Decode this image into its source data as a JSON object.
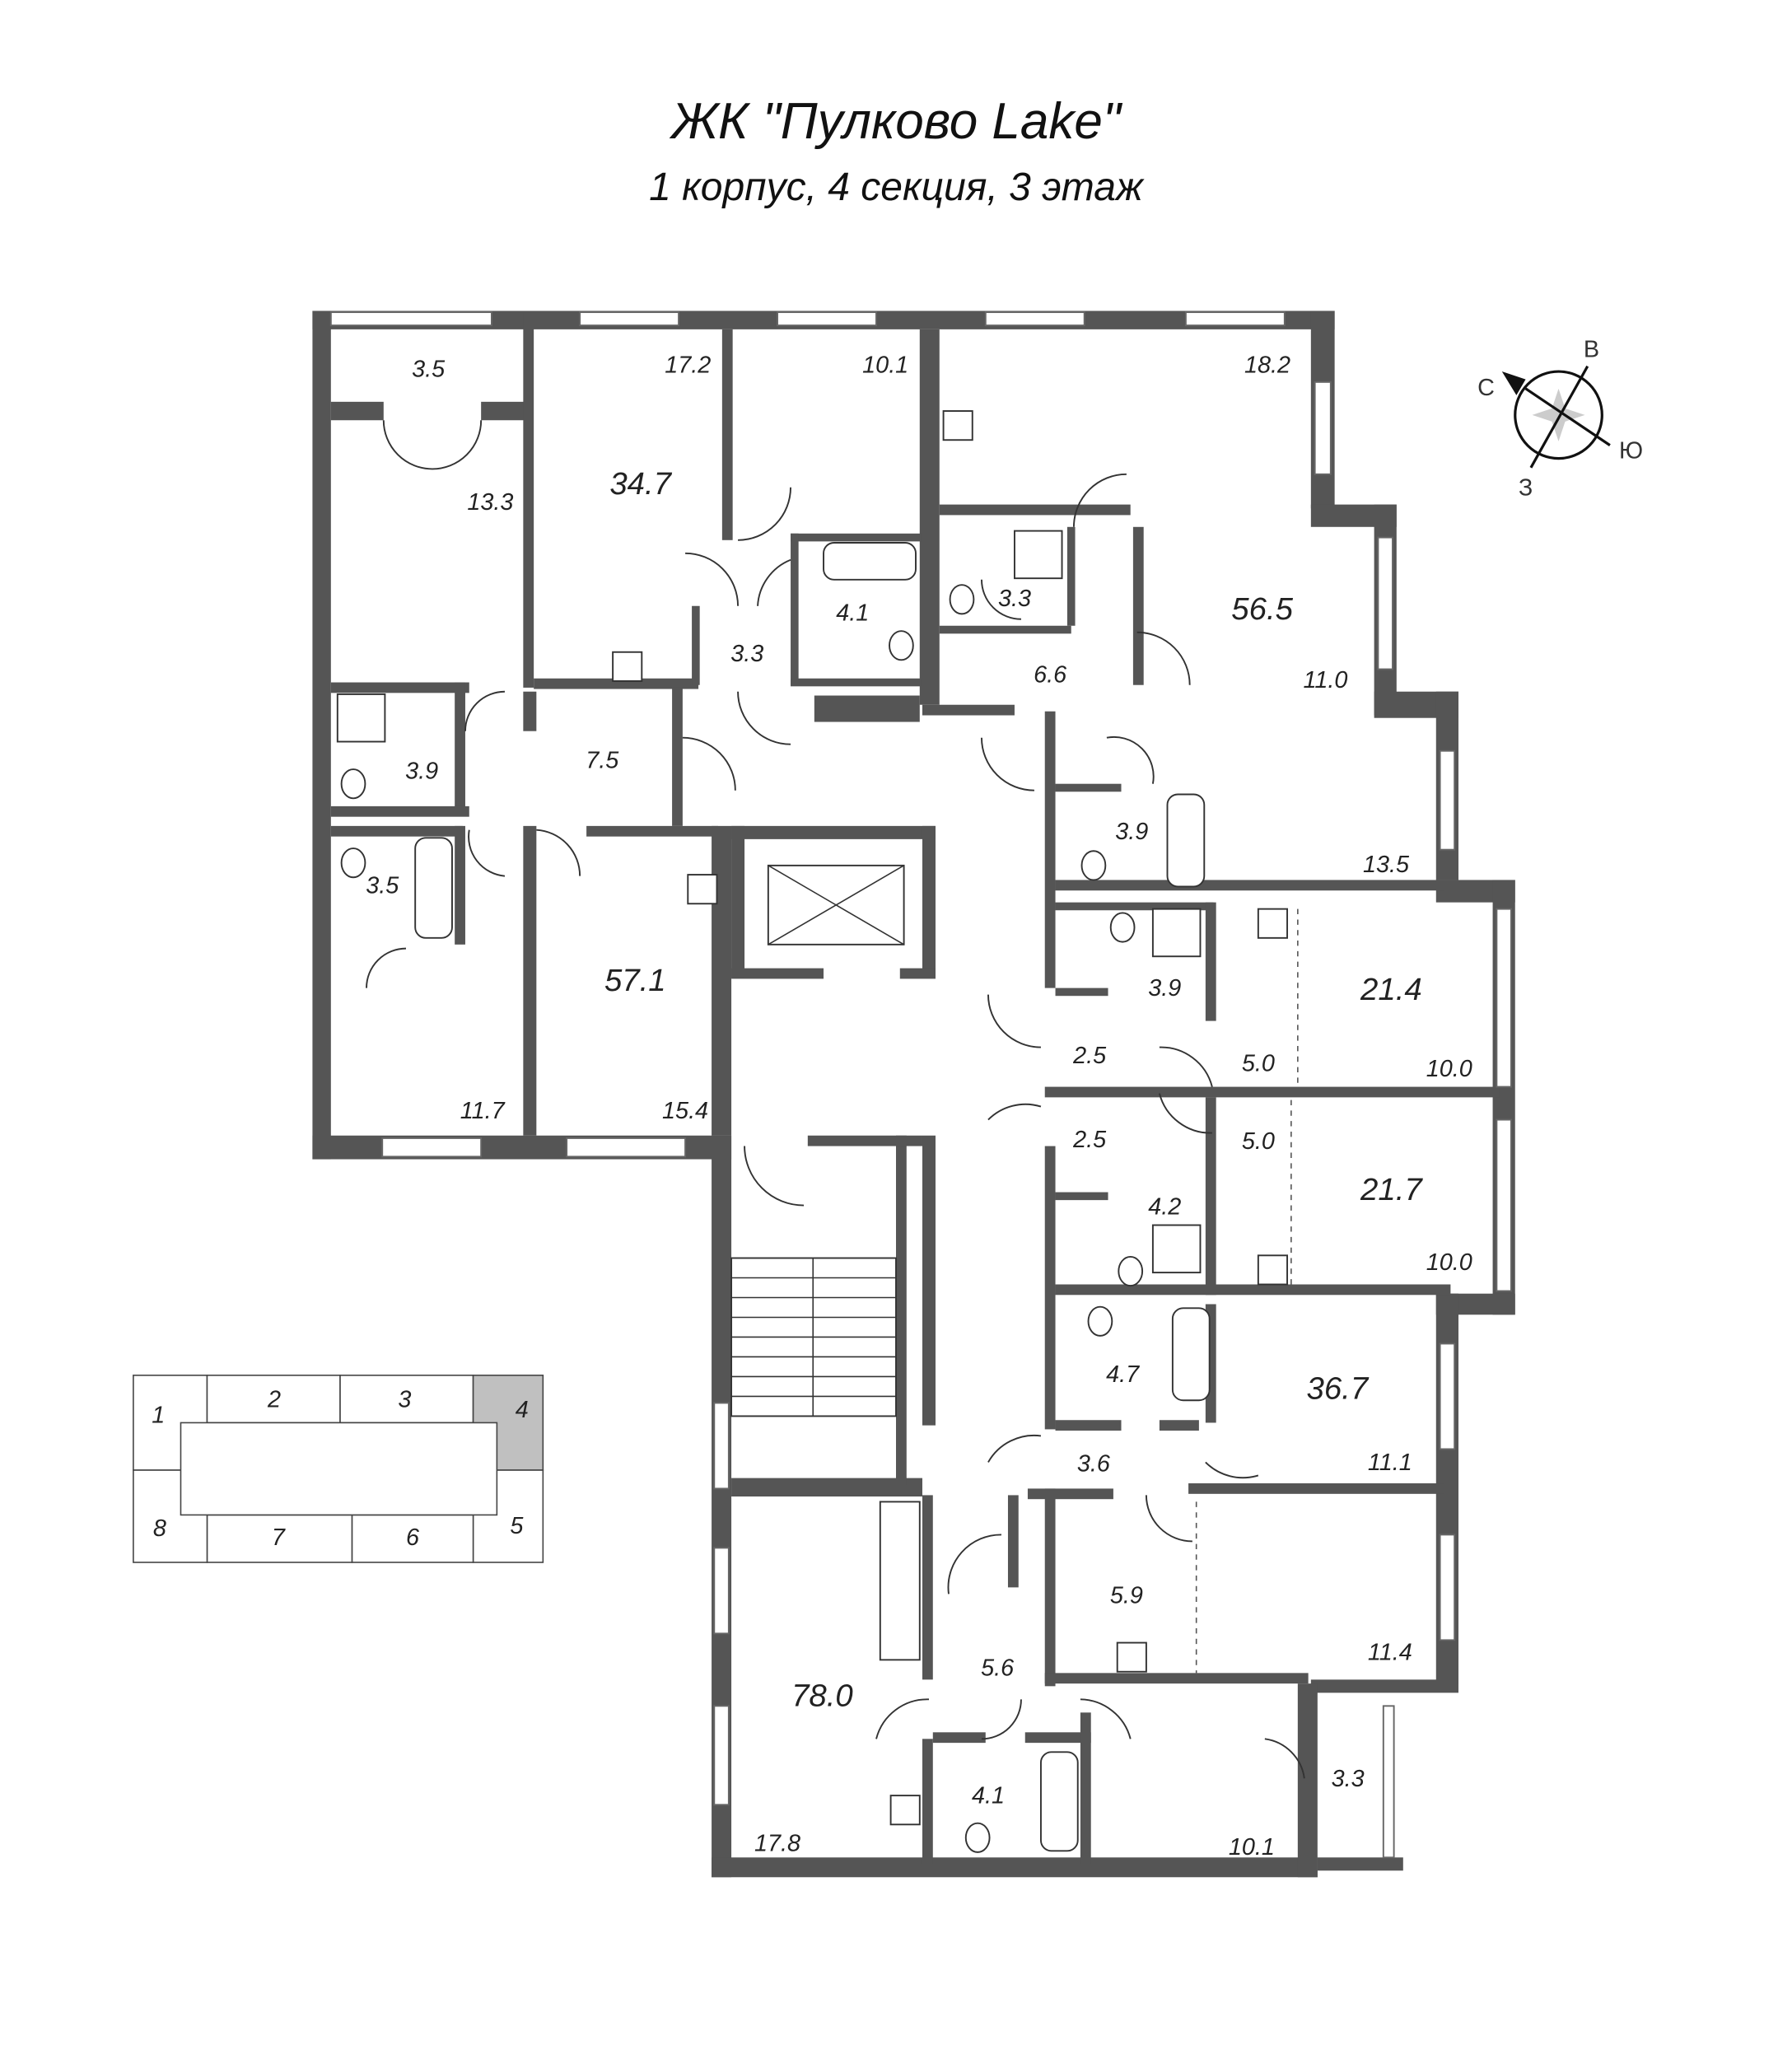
{
  "header": {
    "title": "ЖК \"Пулково Lake\"",
    "subtitle": "1 корпус, 4 секция, 3 этаж"
  },
  "compass": {
    "north": "С",
    "east": "В",
    "south": "Ю",
    "west": "З"
  },
  "apartments": {
    "a1": "34.7",
    "a2": "56.5",
    "a3": "57.1",
    "a4": "21.4",
    "a5": "21.7",
    "a6": "36.7",
    "a7": "78.0"
  },
  "rooms": {
    "r_3_5_top": "3.5",
    "r_17_2": "17.2",
    "r_10_1_top": "10.1",
    "r_18_2": "18.2",
    "r_13_3": "13.3",
    "r_4_1_top": "4.1",
    "r_3_3_bath": "3.3",
    "r_3_3_hall": "3.3",
    "r_6_6": "6.6",
    "r_11_0": "11.0",
    "r_3_9_left": "3.9",
    "r_7_5": "7.5",
    "r_3_9_right": "3.9",
    "r_13_5": "13.5",
    "r_3_5_bath": "3.5",
    "r_3_9_b2": "3.9",
    "r_2_5_a": "2.5",
    "r_5_0_a": "5.0",
    "r_10_0_a": "10.0",
    "r_11_7": "11.7",
    "r_15_4": "15.4",
    "r_2_5_b": "2.5",
    "r_5_0_b": "5.0",
    "r_4_2": "4.2",
    "r_10_0_b": "10.0",
    "r_4_7": "4.7",
    "r_11_1": "11.1",
    "r_3_6": "3.6",
    "r_5_9": "5.9",
    "r_11_4": "11.4",
    "r_5_6": "5.6",
    "r_4_1_bot": "4.1",
    "r_3_3_balc": "3.3",
    "r_17_8": "17.8",
    "r_10_1_bot": "10.1"
  },
  "section_key": {
    "sections": [
      "1",
      "2",
      "3",
      "4",
      "5",
      "6",
      "7",
      "8"
    ],
    "current": "4",
    "highlight_color": "#c0c0c0"
  },
  "colors": {
    "wall": "#555555"
  }
}
